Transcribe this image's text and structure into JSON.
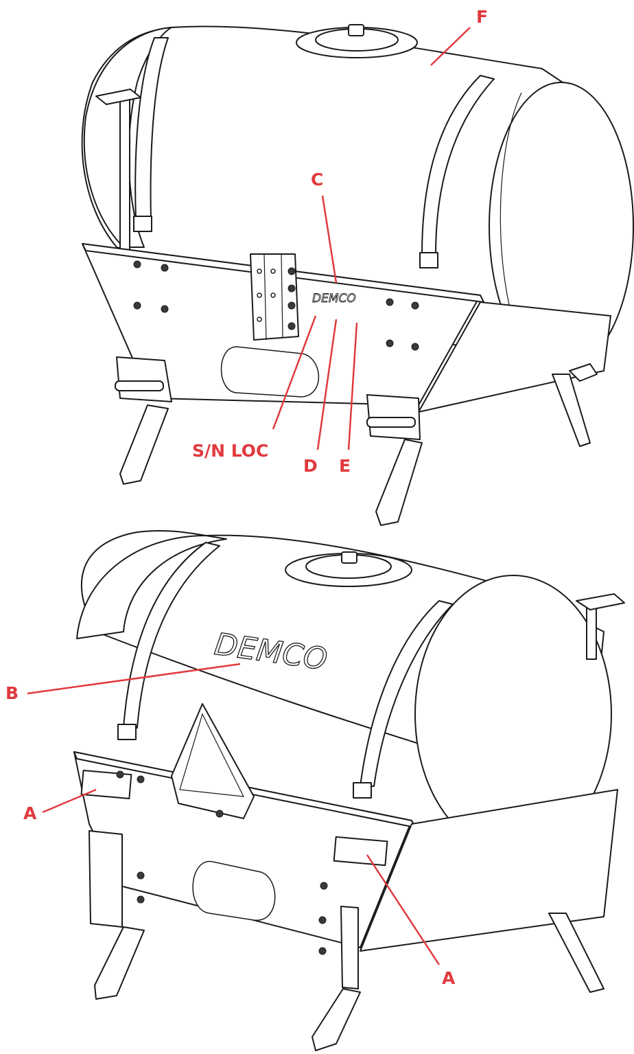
{
  "colors": {
    "callout": "#e03a3e",
    "outline": "#1a1a1a",
    "fill": "#ffffff"
  },
  "views": [
    {
      "name": "rear-view",
      "callouts": [
        {
          "id": "F",
          "text": "F"
        },
        {
          "id": "C",
          "text": "C"
        },
        {
          "id": "SN",
          "text": "S/N LOC"
        },
        {
          "id": "D",
          "text": "D"
        },
        {
          "id": "E",
          "text": "E"
        }
      ],
      "brand": "DEMCO"
    },
    {
      "name": "front-view",
      "callouts": [
        {
          "id": "B",
          "text": "B"
        },
        {
          "id": "A1",
          "text": "A"
        },
        {
          "id": "A2",
          "text": "A"
        }
      ],
      "brand": "DEMCO"
    }
  ]
}
